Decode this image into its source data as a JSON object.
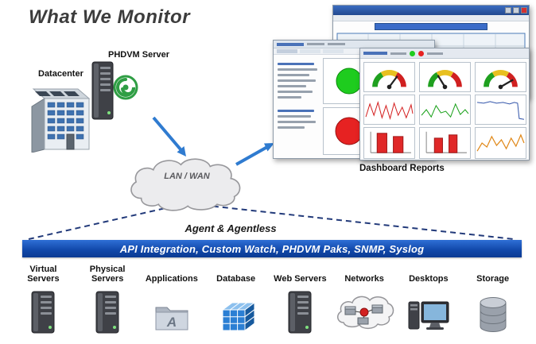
{
  "title": "What We Monitor",
  "diagram": {
    "datacenter_label": "Datacenter",
    "server_label": "PHDVM Server",
    "cloud_label": "LAN / WAN",
    "dashboard_label": "Dashboard Reports"
  },
  "banner": {
    "agent_label": "Agent & Agentless",
    "text": "API Integration, Custom Watch, PHDVM Paks, SNMP, Syslog"
  },
  "colors": {
    "banner_blue": "#1047a8",
    "arrow_blue": "#2f7bd0",
    "dashed_line": "#223a7a",
    "status_green": "#1ecc1e",
    "status_red": "#e62222"
  },
  "bottom": {
    "items": [
      {
        "label": "Virtual Servers",
        "icon": "server-tower-icon"
      },
      {
        "label": "Physical Servers",
        "icon": "server-tower-icon"
      },
      {
        "label": "Applications",
        "icon": "applications-folder-icon"
      },
      {
        "label": "Database",
        "icon": "database-cubes-icon"
      },
      {
        "label": "Web Servers",
        "icon": "server-tower-icon"
      },
      {
        "label": "Networks",
        "icon": "network-cloud-icon"
      },
      {
        "label": "Desktops",
        "icon": "desktop-computer-icon"
      },
      {
        "label": "Storage",
        "icon": "storage-cylinder-icon"
      }
    ]
  }
}
